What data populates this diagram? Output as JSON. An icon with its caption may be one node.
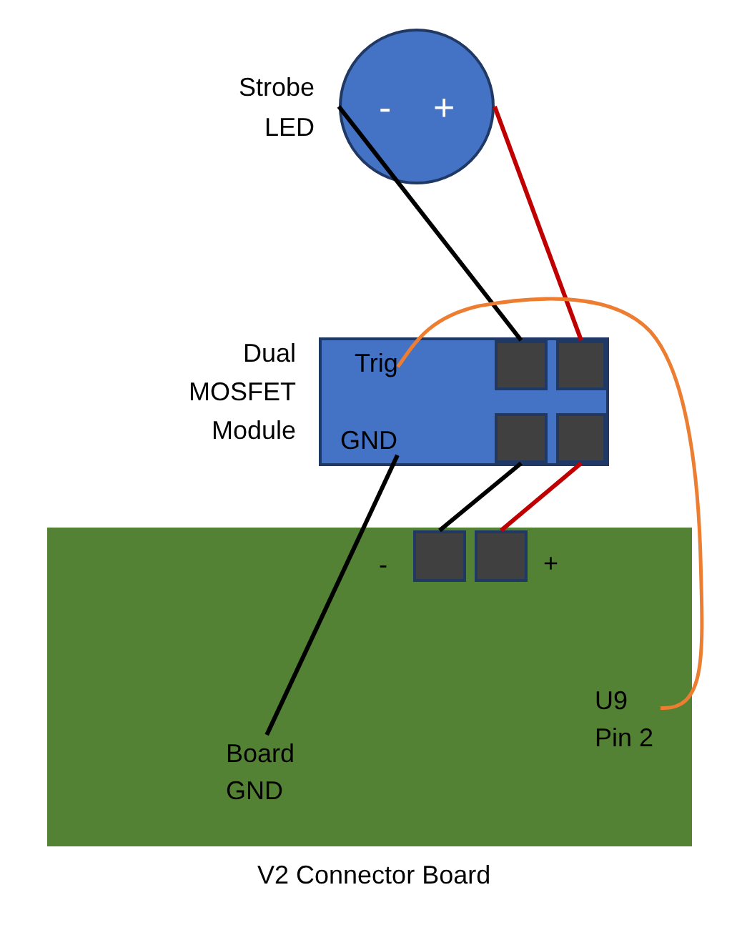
{
  "diagram": {
    "nodes": [
      {
        "text": [
          "Strobe LED",
          "-",
          "+"
        ]
      },
      {
        "text": [
          "Dual MOSFET Module"
        ]
      },
      {
        "text": [
          "Trig"
        ],
        "in": 1
      },
      {
        "text": [
          "GND"
        ],
        "in": 1
      },
      {
        "text": [],
        "shape": "box",
        "in": 1
      },
      {
        "text": [],
        "shape": "box",
        "in": 1
      },
      {
        "text": [],
        "shape": "box",
        "in": 1
      },
      {
        "text": [],
        "shape": "box",
        "in": 1
      },
      {
        "text": [
          "V2 Connector Board"
        ]
      },
      {
        "text": [],
        "shape": "box",
        "in": 8,
        "beside": [
          "-"
        ]
      },
      {
        "text": [],
        "shape": "box",
        "in": 8,
        "beside": [
          "+"
        ]
      },
      {
        "text": [
          "Board GND"
        ],
        "in": 8
      },
      {
        "text": [
          "U9 Pin 2"
        ],
        "in": 8
      }
    ],
    "edges": [
      {
        "from": 0,
        "to": 4,
        "arrow": "none"
      },
      {
        "from": 0,
        "to": 5,
        "arrow": "none",
        "color": "#c00000"
      },
      {
        "from": 2,
        "to": 12,
        "arrow": "none",
        "color": "#ed7d31"
      },
      {
        "from": 3,
        "to": 11,
        "arrow": "none"
      },
      {
        "from": 6,
        "to": 9,
        "arrow": "none"
      },
      {
        "from": 7,
        "to": 10,
        "arrow": "none",
        "color": "#c00000"
      }
    ]
  }
}
